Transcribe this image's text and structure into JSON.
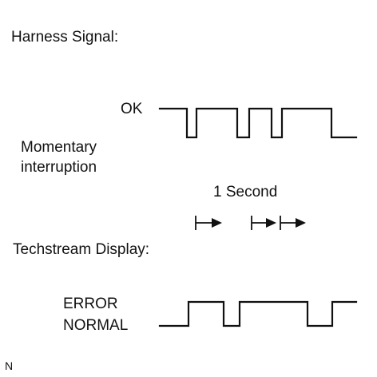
{
  "harness": {
    "title": "Harness Signal:",
    "ok_label": "OK",
    "interruption_label_line1": "Momentary",
    "interruption_label_line2": "interruption"
  },
  "timing": {
    "interval_label": "1 Second"
  },
  "techstream": {
    "title": "Techstream Display:",
    "error_label": "ERROR",
    "normal_label": "NORMAL"
  },
  "footer": {
    "marker": "N"
  }
}
